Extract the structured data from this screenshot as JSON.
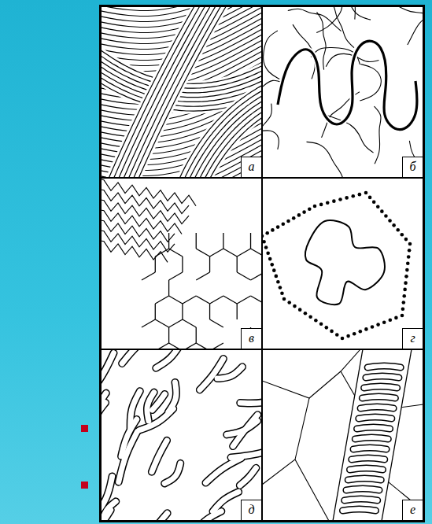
{
  "diagram": {
    "nodes": [
      {
        "text": [
          "а"
        ]
      },
      {
        "text": [
          "б"
        ]
      },
      {
        "text": [
          "в"
        ]
      },
      {
        "text": [
          "г"
        ]
      },
      {
        "text": [
          "д"
        ]
      },
      {
        "text": [
          "е"
        ]
      }
    ]
  }
}
